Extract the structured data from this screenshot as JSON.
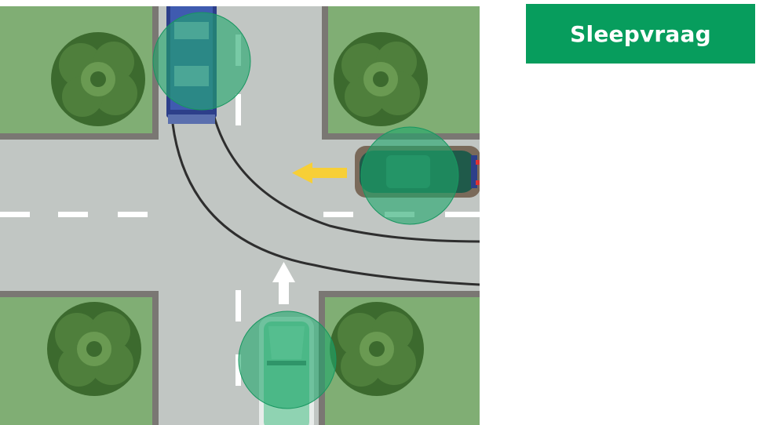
{
  "header": {
    "badge_label": "Sleepvraag"
  },
  "scene": {
    "description_type": "traffic-intersection",
    "colors": {
      "grass": "#80ae74",
      "curb": "#7a7773",
      "road": "#c1c6c3",
      "lane_marking": "#ffffff",
      "tire_track": "#2e2e2e",
      "drop_zone": "#1ea76b",
      "arrow_yellow": "#f7cf37",
      "arrow_white": "#ffffff",
      "tree_dark": "#3c6a2e",
      "tree_light": "#6a9a52"
    },
    "vehicles": [
      {
        "id": "truck-top",
        "icon": "blue-truck-icon",
        "heading": "up"
      },
      {
        "id": "car-right",
        "icon": "dark-green-car-icon",
        "heading": "left"
      },
      {
        "id": "car-bottom",
        "icon": "light-green-car-icon",
        "heading": "up"
      }
    ],
    "drop_zones": [
      "drop-zone-top",
      "drop-zone-right",
      "drop-zone-bottom"
    ]
  }
}
